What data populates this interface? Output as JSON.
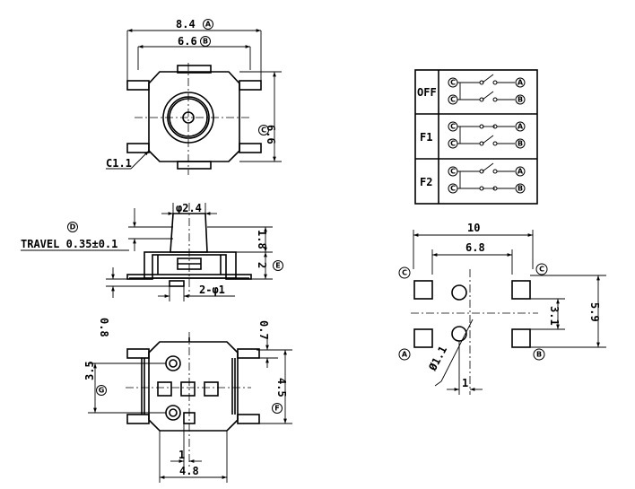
{
  "top_view": {
    "overall_width": "8.4",
    "overall_width_ref": "A",
    "body_width": "6.6",
    "body_width_ref": "B",
    "body_height": "6.6",
    "body_height_ref": "C",
    "chamfer": "C1.1"
  },
  "side_view": {
    "travel_ref": "D",
    "travel_label": "TRAVEL 0.35±0.1",
    "actuator_diameter": "φ2.4",
    "actuator_height": "1.8",
    "body_height": "2",
    "body_height_ref": "E",
    "boss_diameter": "2-φ1"
  },
  "bottom_view": {
    "standoff": "0.8",
    "gap": "0.7",
    "pin_span": "3.5",
    "pin_span_ref": "G",
    "body_depth": "4.5",
    "body_depth_ref": "F",
    "pin_width": "1",
    "pin_pitch": "4.8"
  },
  "switch_table": {
    "rows": [
      {
        "label": "OFF",
        "terminals": [
          "C",
          "A",
          "C",
          "B"
        ]
      },
      {
        "label": "F1",
        "terminals": [
          "C",
          "A",
          "C",
          "B"
        ]
      },
      {
        "label": "F2",
        "terminals": [
          "C",
          "A",
          "C",
          "B"
        ]
      }
    ]
  },
  "footprint": {
    "overall_width": "10",
    "pad_pitch": "6.8",
    "pad_span_v": "5.9",
    "pad_gap_v": "3.1",
    "hole_diameter": "Ø1.1",
    "offset": "1",
    "pads": [
      "C",
      "C",
      "A",
      "B"
    ]
  }
}
